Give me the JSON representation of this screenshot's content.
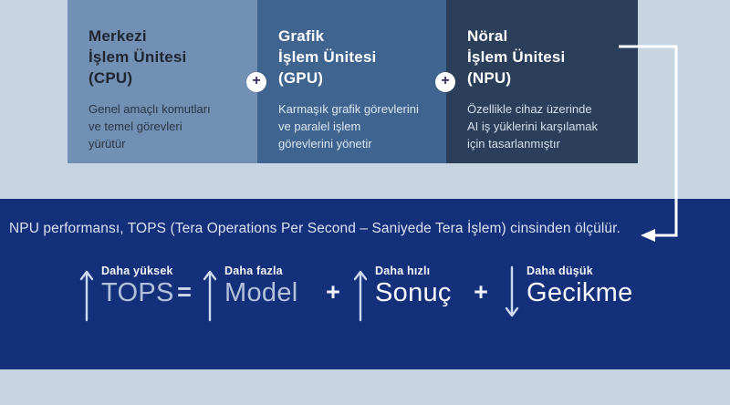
{
  "colors": {
    "page_bg": "#c7d5e3",
    "cpu_card_bg": "#7290b4",
    "gpu_card_bg": "#3f648f",
    "npu_card_bg": "#2b3f5b",
    "band_bg": "#15307a",
    "plus_circle_bg": "#ffffff",
    "plus_glyph": "#382a61",
    "connector_line": "#ffffff",
    "muted_word_text": "#b3c2da",
    "bright_word_text": "#f6f8fc"
  },
  "cards": [
    {
      "title": "Merkezi\nİşlem Ünitesi\n(CPU)",
      "description": "Genel amaçlı komutları\nve temel görevleri\nyürütür"
    },
    {
      "title": "Grafik\nİşlem Ünitesi\n(GPU)",
      "description": "Karmaşık grafik görevlerini\nve paralel işlem\ngörevlerini yönetir"
    },
    {
      "title": "Nöral\nİşlem Ünitesi\n(NPU)",
      "description": "Özellikle cihaz üzerinde\nAI iş yüklerini karşılamak\niçin tasarlanmıştır"
    }
  ],
  "plus_symbol": "+",
  "band": {
    "sentence": "NPU performansı, TOPS (Tera Operations Per Second – Saniyede Tera İşlem) cinsinden ölçülür."
  },
  "formula": {
    "terms": [
      {
        "label": "Daha yüksek",
        "word": "TOPS",
        "direction": "up"
      },
      {
        "label": "Daha fazla",
        "word": "Model",
        "direction": "up"
      },
      {
        "label": "Daha hızlı",
        "word": "Sonuç",
        "direction": "up"
      },
      {
        "label": "Daha düşük",
        "word": "Gecikme",
        "direction": "down"
      }
    ],
    "operators": [
      "=",
      "+",
      "+"
    ]
  }
}
